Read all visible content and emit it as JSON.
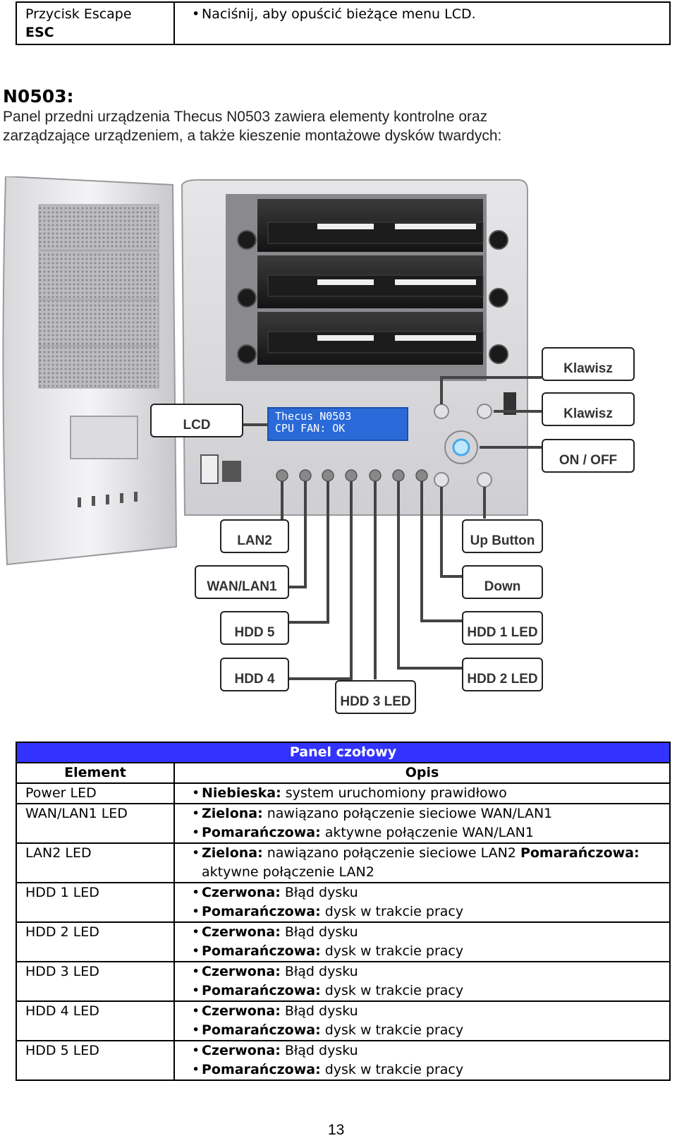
{
  "top_table": {
    "button_name": "Przycisk Escape",
    "button_key": "ESC",
    "description": "Naciśnij, aby opuścić bieżące menu LCD."
  },
  "section": {
    "heading": "N0503:",
    "intro_line1": "Panel przedni urządzenia Thecus N0503 zawiera elementy kontrolne oraz",
    "intro_line2": "zarządzające urządzeniem, a także kieszenie montażowe dysków twardych:"
  },
  "lcd": {
    "line1": "Thecus N0503",
    "line2": "CPU FAN:  OK"
  },
  "callouts": {
    "klawisz_top": "Klawisz",
    "lcd": "LCD",
    "klawisz_mid": "Klawisz",
    "on_off": "ON / OFF",
    "lan2": "LAN2",
    "up_button": "Up Button",
    "wan_lan1": "WAN/LAN1",
    "down": "Down",
    "hdd5": "HDD 5",
    "hdd1_led": "HDD 1 LED",
    "hdd4": "HDD 4",
    "hdd2_led": "HDD 2 LED",
    "hdd3_led": "HDD 3 LED"
  },
  "panel_table": {
    "title": "Panel czołowy",
    "col_element": "Element",
    "col_opis": "Opis",
    "rows": [
      {
        "element": "Power LED",
        "items": [
          {
            "b": "Niebieska:",
            "t": " system uruchomiony prawidłowo"
          }
        ]
      },
      {
        "element": "WAN/LAN1 LED",
        "items": [
          {
            "b": "Zielona:",
            "t": " nawiązano połączenie sieciowe WAN/LAN1"
          },
          {
            "b": "Pomarańczowa:",
            "t": " aktywne połączenie WAN/LAN1"
          }
        ]
      },
      {
        "element": "LAN2 LED",
        "items": [
          {
            "b": "Zielona:",
            "t": " nawiązano połączenie sieciowe LAN2 ",
            "b2": "Pomarańczowa:",
            "t2": " aktywne połączenie LAN2"
          }
        ]
      },
      {
        "element": "HDD 1 LED",
        "items": [
          {
            "b": "Czerwona:",
            "t": " Błąd dysku"
          },
          {
            "b": "Pomarańczowa:",
            "t": " dysk w trakcie pracy"
          }
        ]
      },
      {
        "element": "HDD 2 LED",
        "items": [
          {
            "b": "Czerwona:",
            "t": " Błąd dysku"
          },
          {
            "b": "Pomarańczowa:",
            "t": " dysk w trakcie pracy"
          }
        ]
      },
      {
        "element": "HDD 3 LED",
        "items": [
          {
            "b": "Czerwona:",
            "t": " Błąd dysku"
          },
          {
            "b": "Pomarańczowa:",
            "t": " dysk w trakcie pracy"
          }
        ]
      },
      {
        "element": "HDD 4 LED",
        "items": [
          {
            "b": "Czerwona:",
            "t": " Błąd dysku"
          },
          {
            "b": "Pomarańczowa:",
            "t": " dysk w trakcie pracy"
          }
        ]
      },
      {
        "element": "HDD 5 LED",
        "items": [
          {
            "b": "Czerwona:",
            "t": " Błąd dysku"
          },
          {
            "b": "Pomarańczowa:",
            "t": " dysk w trakcie pracy"
          }
        ]
      }
    ]
  },
  "page_number": "13",
  "colors": {
    "table_header": "#3333ff",
    "lcd_screen": "#2a6ad8"
  }
}
